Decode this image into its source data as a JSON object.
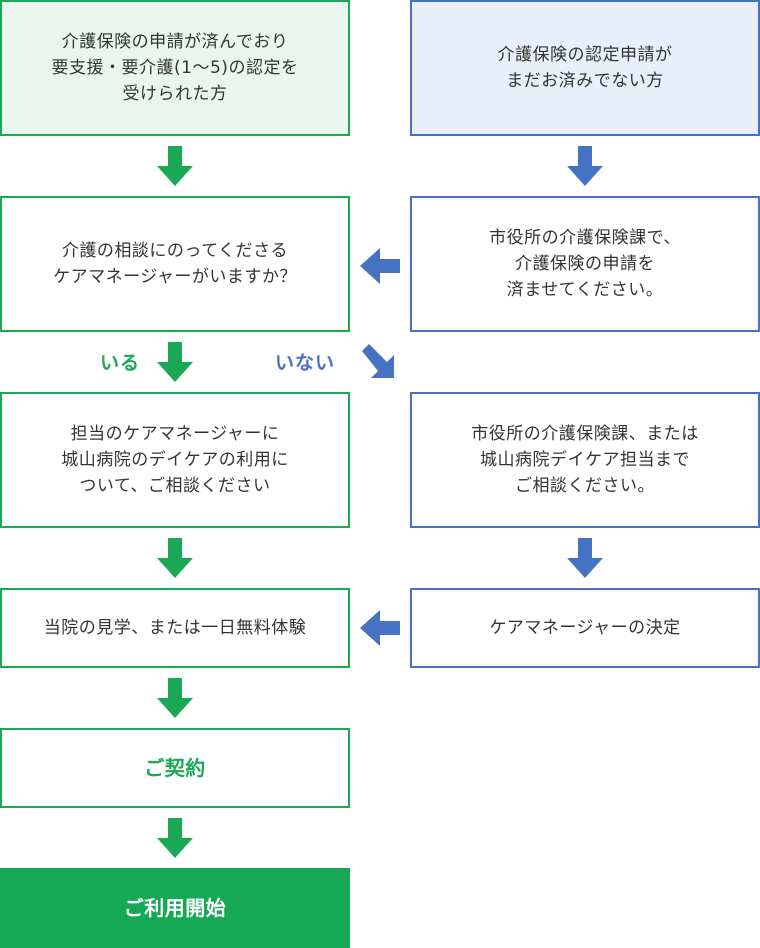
{
  "colors": {
    "green": "#1aa854",
    "blue": "#4672c4",
    "green_fill": "#e9f6ed",
    "blue_fill": "#e9effa",
    "solid_green": "#16a955"
  },
  "left": {
    "box1": "介護保険の申請が済んでおり\n要支援・要介護(1〜5)の認定を\n受けられた方",
    "box2": "介護の相談にのってくださる\nケアマネージャーがいますか？",
    "box3": "担当のケアマネージャーに\n城山病院のデイケアの利用に\nついて、ご相談ください",
    "box4": "当院の見学、または一日無料体験",
    "box5": "ご契約",
    "box6": "ご利用開始"
  },
  "right": {
    "box1": "介護保険の認定申請が\nまだお済みでない方",
    "box2": "市役所の介護保険課で、\n介護保険の申請を\n済ませてください。",
    "box3": "市役所の介護保険課、または\n城山病院デイケア担当まで\nご相談ください。",
    "box4": "ケアマネージャーの決定"
  },
  "labels": {
    "yes": "いる",
    "no": "いない"
  }
}
